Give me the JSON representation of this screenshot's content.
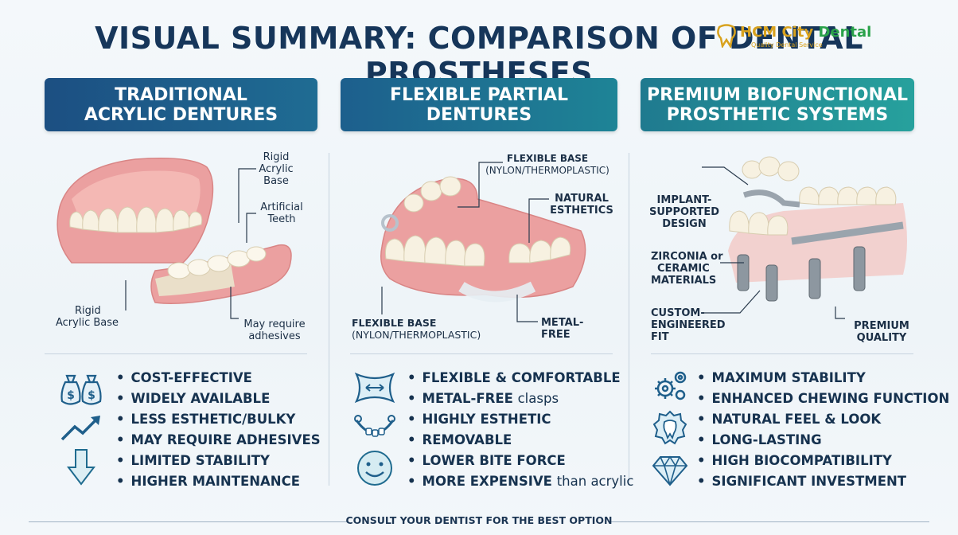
{
  "title": "VISUAL SUMMARY: COMPARISON OF DENTAL PROSTHESES",
  "brand": {
    "name_a": "HCM City ",
    "name_b": "Dental",
    "tagline": "Quality Dental Service",
    "logo_icon": "tooth-logo-icon"
  },
  "columns": [
    {
      "header_l1": "TRADITIONAL",
      "header_l2": "ACRYLIC DENTURES",
      "callouts": {
        "base_top": [
          "Rigid",
          "Acrylic",
          "Base"
        ],
        "teeth": [
          "Artificial",
          "Teeth"
        ],
        "base_bottom": [
          "Rigid",
          "Acrylic Base"
        ],
        "adhesive": [
          "May require",
          "adhesives"
        ]
      },
      "items": [
        "COST-EFFECTIVE",
        "WIDELY AVAILABLE",
        "LESS ESTHETIC/BULKY",
        "MAY REQUIRE ADHESIVES",
        "LIMITED STABILITY",
        "HIGHER MAINTENANCE"
      ],
      "icons": [
        "money-bags-icon",
        "trend-up-icon",
        "arrow-down-icon"
      ]
    },
    {
      "header_l1": "FLEXIBLE PARTIAL",
      "header_l2": "DENTURES",
      "callouts": {
        "base_top": [
          "FLEXIBLE BASE",
          "(NYLON/THERMOPLASTIC)"
        ],
        "esthetics": [
          "NATURAL",
          "ESTHETICS"
        ],
        "base_bottom": [
          "FLEXIBLE BASE",
          "(NYLON/THERMOPLASTIC)"
        ],
        "metal_free": "METAL-FREE"
      },
      "items": [
        {
          "a": "FLEXIBLE & COMFORTABLE",
          "b": ""
        },
        {
          "a": "METAL-FREE ",
          "b": "clasps"
        },
        {
          "a": "HIGHLY ESTHETIC",
          "b": ""
        },
        {
          "a": "REMOVABLE",
          "b": ""
        },
        {
          "a": "LOWER BITE FORCE",
          "b": ""
        },
        {
          "a": "MORE EXPENSIVE ",
          "b": "than acrylic"
        }
      ],
      "icons": [
        "flex-material-icon",
        "partial-denture-icon",
        "smile-icon"
      ]
    },
    {
      "header_l1": "PREMIUM BIOFUNCTIONAL",
      "header_l2": "PROSTHETIC SYSTEMS",
      "callouts": {
        "implant": [
          "IMPLANT-",
          "SUPPORTED",
          "DESIGN"
        ],
        "zirconia": [
          "ZIRCONIA or",
          "CERAMIC",
          "MATERIALS"
        ],
        "custom": [
          "CUSTOM-",
          "ENGINEERED",
          "FIT"
        ],
        "premium": [
          "PREMIUM",
          "QUALITY"
        ]
      },
      "items": [
        "MAXIMUM STABILITY",
        "ENHANCED CHEWING FUNCTION",
        "NATURAL FEEL & LOOK",
        "LONG-LASTING",
        "HIGH BIOCOMPATIBILITY",
        "SIGNIFICANT INVESTMENT"
      ],
      "icons": [
        "gears-icon",
        "gear-tooth-icon",
        "diamond-icon"
      ]
    }
  ],
  "footer": "CONSULT YOUR DENTIST FOR THE BEST OPTION",
  "colors": {
    "navy": "#16365a",
    "gum": "#eba0a0",
    "tooth": "#f7f1e1",
    "teal": "#27a19d"
  }
}
